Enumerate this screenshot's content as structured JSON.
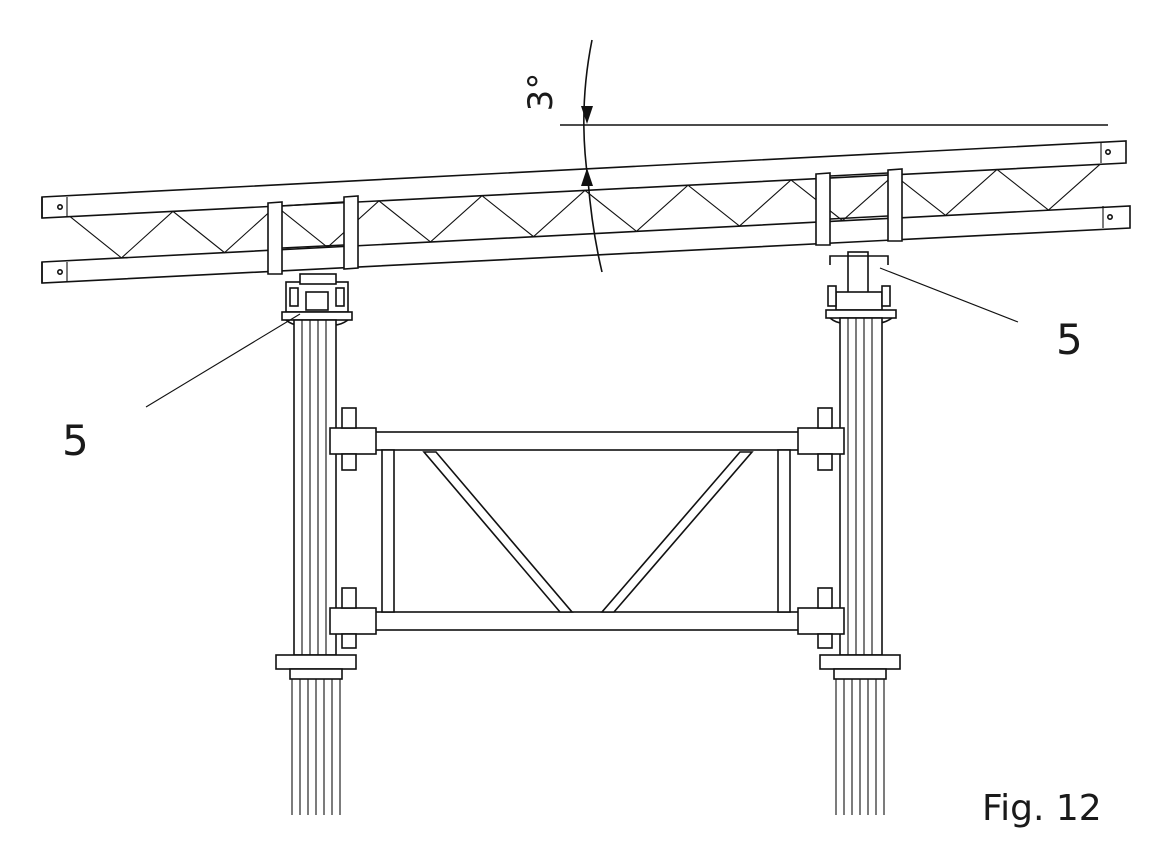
{
  "figure": {
    "caption": "Fig. 12",
    "angle_label": "3°",
    "callouts": [
      {
        "id": "left",
        "label": "5"
      },
      {
        "id": "right",
        "label": "5"
      }
    ]
  }
}
